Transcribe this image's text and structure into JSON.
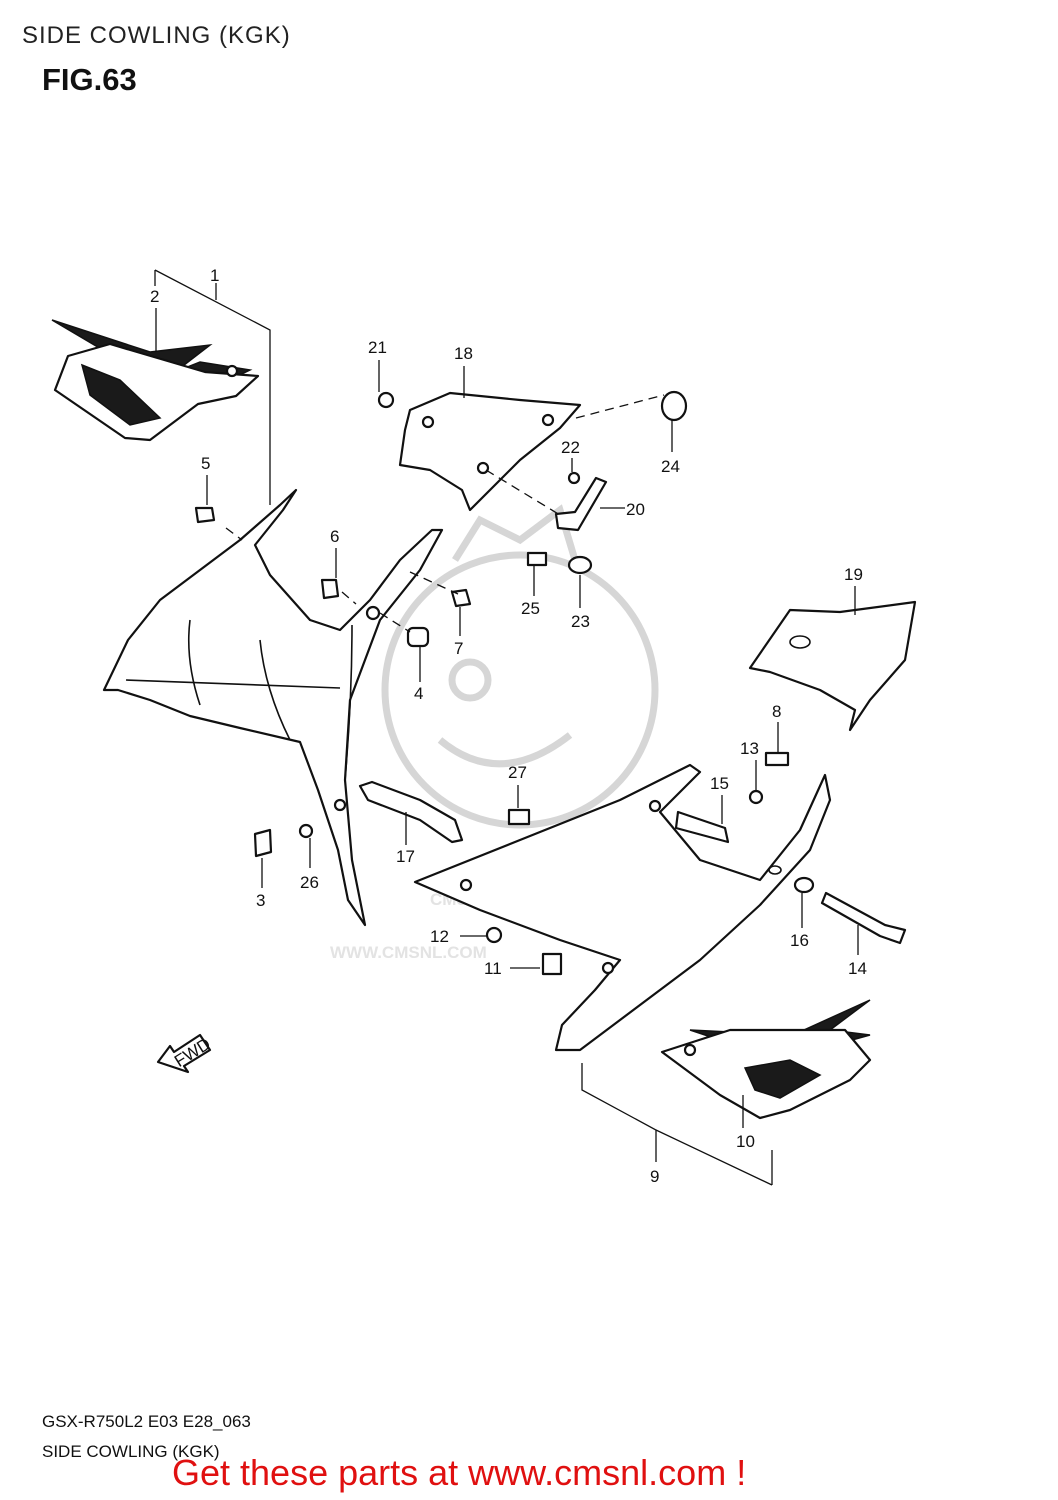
{
  "header": {
    "title": "SIDE COWLING (KGK)",
    "figure": "FIG.63"
  },
  "footer": {
    "model_code": "GSX-R750L2 E03 E28_063",
    "caption": "SIDE COWLING (KGK)",
    "promo": "Get these parts at www.cmsnl.com !"
  },
  "watermark": {
    "brand": "CMS",
    "url": "WWW.CMSNL.COM"
  },
  "direction_marker": "FWD",
  "part_labels": {
    "p1": "1",
    "p2": "2",
    "p3": "3",
    "p4": "4",
    "p5": "5",
    "p6": "6",
    "p7": "7",
    "p8": "8",
    "p9": "9",
    "p10": "10",
    "p11": "11",
    "p12": "12",
    "p13": "13",
    "p14": "14",
    "p15": "15",
    "p16": "16",
    "p17": "17",
    "p18": "18",
    "p19": "19",
    "p20": "20",
    "p21": "21",
    "p22": "22",
    "p23": "23",
    "p24": "24",
    "p25": "25",
    "p26": "26",
    "p27": "27"
  }
}
